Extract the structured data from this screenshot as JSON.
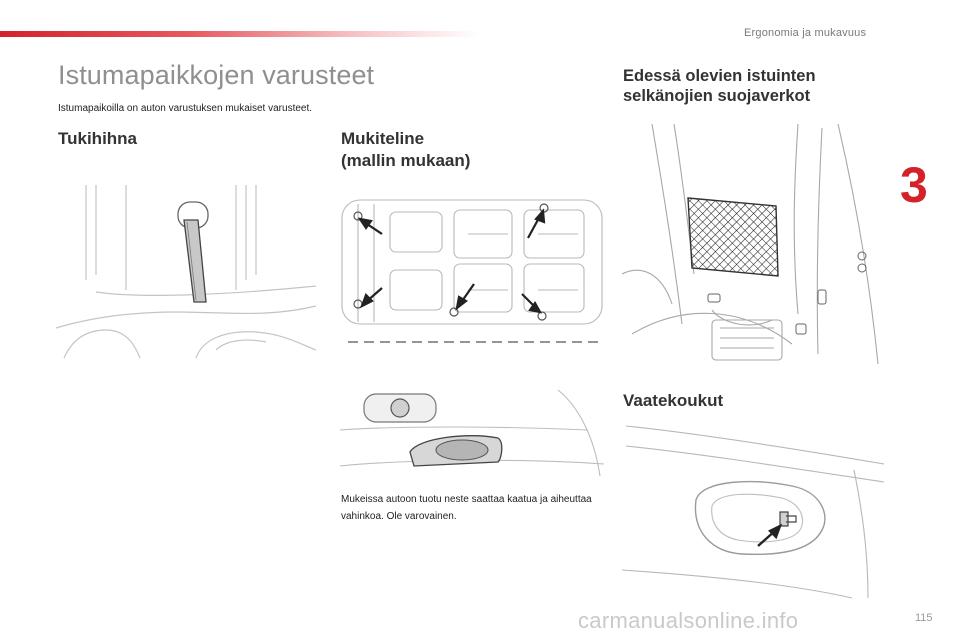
{
  "header": {
    "section": "Ergonomia ja mukavuus",
    "chapter": "3"
  },
  "title": "Istumapaikkojen varusteet",
  "intro": "Istumapaikoilla on auton varustuksen mukaiset varusteet.",
  "sections": {
    "tukihihna": {
      "heading": "Tukihihna"
    },
    "mukiteline": {
      "heading_line1": "Mukiteline",
      "heading_line2": "(mallin mukaan)",
      "note": "Mukeissa autoon tuotu neste saattaa kaatua ja aiheuttaa vahinkoa. Ole varovainen."
    },
    "verkot": {
      "heading_line1": "Edessä olevien istuinten",
      "heading_line2": "selkänojien suojaverkot"
    },
    "koukut": {
      "heading": "Vaatekoukut"
    }
  },
  "footer": {
    "page_number": "115",
    "watermark": "carmanualsonline.info"
  }
}
